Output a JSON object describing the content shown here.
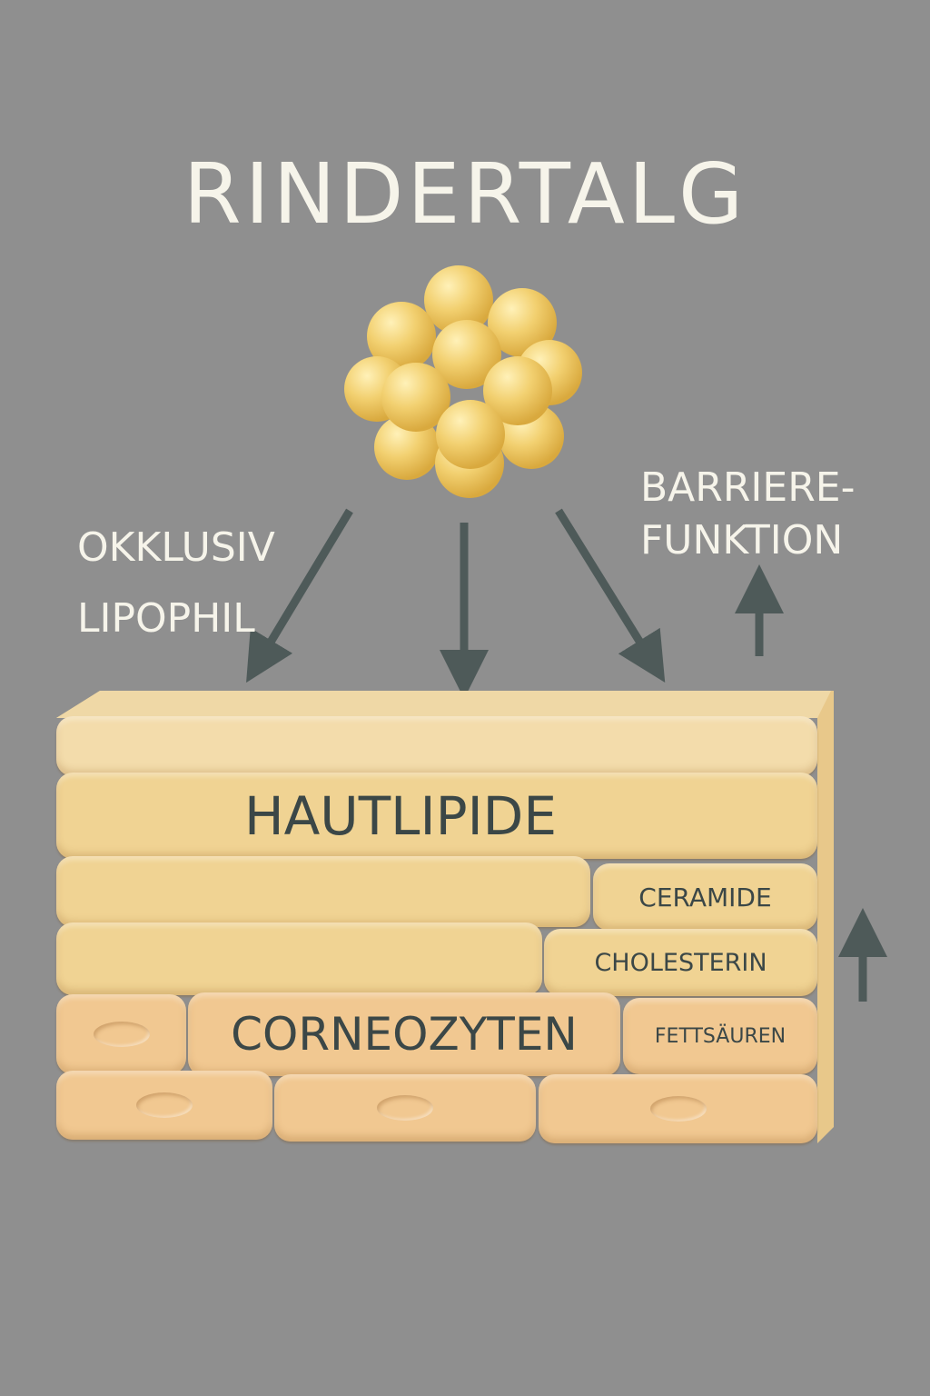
{
  "title": "RINDERTALG",
  "left_labels": [
    "OKKLUSIV",
    "LIPOPHIL"
  ],
  "right_label": {
    "line1": "BARRIERE-",
    "line2": "FUNKTION"
  },
  "layers": {
    "hautlipide": "HAUTLIPIDE",
    "ceramide": "CERAMIDE",
    "cholesterin": "CHOLESTERIN",
    "corneozyten": "CORNEOZYTEN",
    "fettsaeuren": "FETTSÄUREN"
  },
  "colors": {
    "background": "#8f8f8f",
    "text_light": "#f6f4ea",
    "text_dark": "#3b4747",
    "arrow": "#4e5a59",
    "lipid": "#f0d393",
    "cell": "#f1c891",
    "sphere": "#f2cf6e"
  }
}
